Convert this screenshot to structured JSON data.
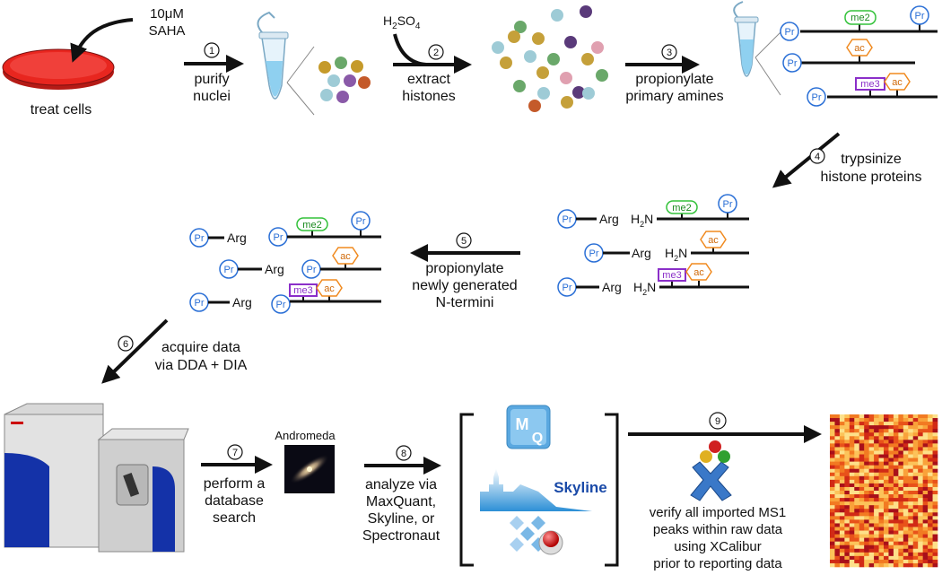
{
  "treatment": {
    "conc": "10μM",
    "drug": "SAHA",
    "label": "treat cells"
  },
  "steps": {
    "s1": {
      "num": "1",
      "line1": "purify",
      "line2": "nuclei"
    },
    "s2": {
      "num": "2",
      "reagent": "H",
      "reagent_sub": "2",
      "reagent_mid": "SO",
      "reagent_sub2": "4",
      "line1": "extract",
      "line2": "histones"
    },
    "s3": {
      "num": "3",
      "line1": "propionylate",
      "line2": "primary amines"
    },
    "s4": {
      "num": "4",
      "line1": "trypsinize",
      "line2": "histone proteins"
    },
    "s5": {
      "num": "5",
      "line1": "propionylate",
      "line2": "newly generated",
      "line3": "N-termini"
    },
    "s6": {
      "num": "6",
      "line1": "acquire data",
      "line2": "via DDA + DIA"
    },
    "s7": {
      "num": "7",
      "line1": "perform a",
      "line2": "database",
      "line3": "search"
    },
    "s8": {
      "num": "8",
      "line1": "analyze via",
      "line2": "MaxQuant,",
      "line3": "Skyline, or",
      "line4": "Spectronaut"
    },
    "s9": {
      "num": "9",
      "line1": "verify all imported MS1",
      "line2": "peaks within raw data",
      "line3": "using XCalibur",
      "line4": "prior to reporting data"
    }
  },
  "peptide_labels": {
    "pr": "Pr",
    "arg": "Arg",
    "me2": "me2",
    "me3": "me3",
    "ac": "ac",
    "h": "H",
    "h_sub": "2",
    "n": "N"
  },
  "software": {
    "andromeda": "Andromeda",
    "mq_m": "M",
    "mq_q": "Q",
    "skyline": "Skyline"
  },
  "colors": {
    "dish": "#e8261f",
    "pr": "#2a6fd6",
    "me2": "#33c23a",
    "ac": "#f08a1f",
    "me3": "#8b2fc9",
    "instrument": "#1432a8",
    "arrow": "#111111"
  }
}
